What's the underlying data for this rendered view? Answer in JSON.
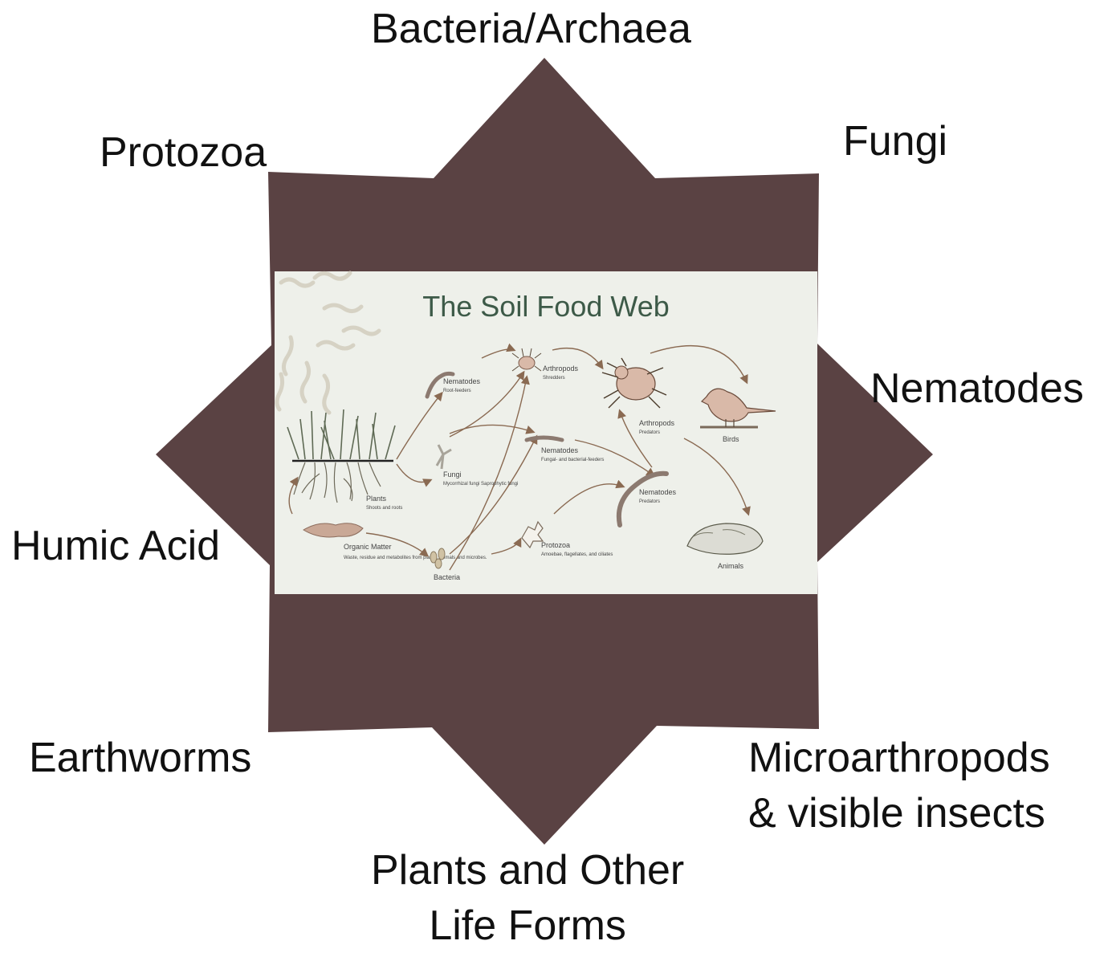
{
  "colors": {
    "star": "#5a4243",
    "panel": "#eef0ea",
    "panel_title": "#3d5a48",
    "ink": "#6b5a4e",
    "arrow": "#8a6a52",
    "creature_fill": "#d9b9a8"
  },
  "labels": {
    "bacteria": "Bacteria/Archaea",
    "fungi": "Fungi",
    "protozoa": "Protozoa",
    "nematodes": "Nematodes",
    "humic_acid": "Humic Acid",
    "earthworms": "Earthworms",
    "microarthropods_line1": "Microarthropods",
    "microarthropods_line2": "& visible  insects",
    "plants_line1": "Plants and Other",
    "plants_line2": "Life Forms"
  },
  "foodweb": {
    "title": "The Soil Food Web",
    "plants": "Plants",
    "plants_sub": "Shoots and roots",
    "organic_matter": "Organic Matter",
    "organic_matter_sub": "Waste, residue and metabolites from plants, animals and microbes.",
    "bacteria": "Bacteria",
    "fungi": "Fungi",
    "fungi_sub": "Mycorrhizal fungi Saprophytic fungi",
    "nematodes_root": "Nematodes",
    "nematodes_root_sub": "Root-feeders",
    "nematodes_fungal": "Nematodes",
    "nematodes_fungal_sub": "Fungal- and bacterial-feeders",
    "nematodes_pred": "Nematodes",
    "nematodes_pred_sub": "Predators",
    "arthropods_shred": "Arthropods",
    "arthropods_shred_sub": "Shredders",
    "arthropods_pred": "Arthropods",
    "arthropods_pred_sub": "Predators",
    "protozoa": "Protozoa",
    "protozoa_sub": "Amoebae, flagellates, and ciliates",
    "birds": "Birds",
    "animals": "Animals"
  }
}
